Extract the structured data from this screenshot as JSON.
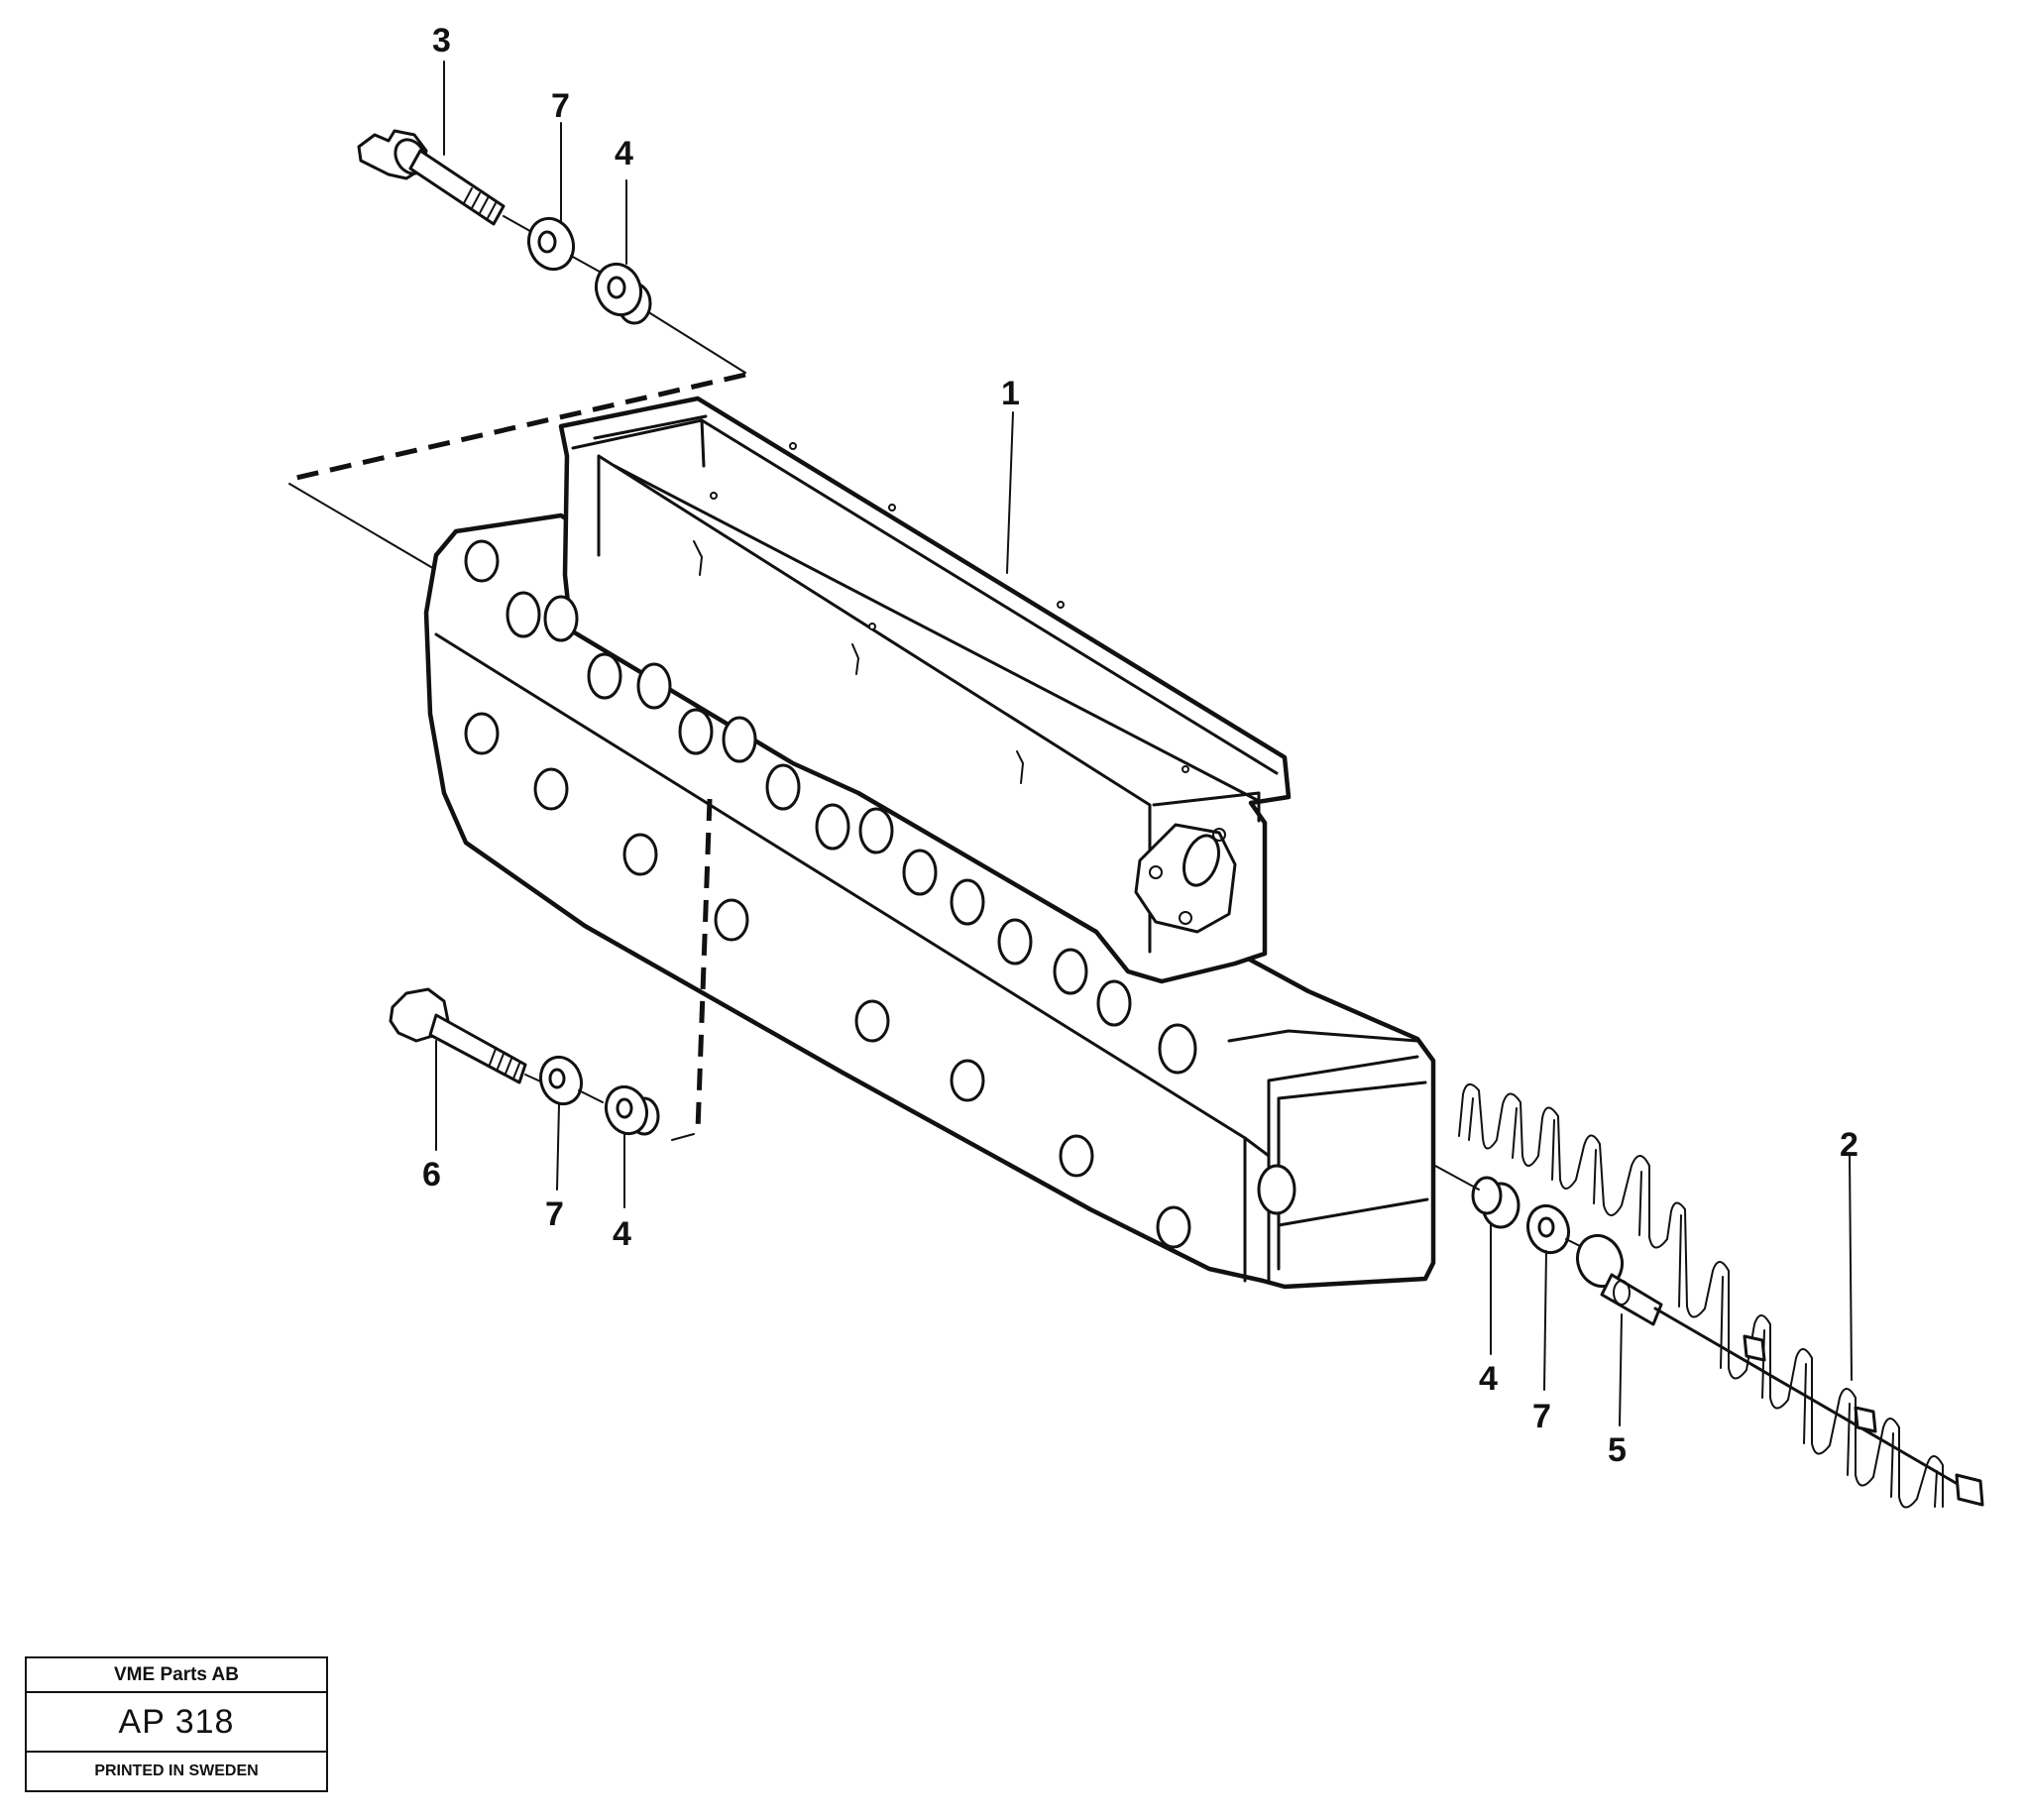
{
  "callouts": [
    {
      "id": "c-3-top",
      "label": "3"
    },
    {
      "id": "c-7-top",
      "label": "7"
    },
    {
      "id": "c-4-top",
      "label": "4"
    },
    {
      "id": "c-1",
      "label": "1"
    },
    {
      "id": "c-6",
      "label": "6"
    },
    {
      "id": "c-7-mid",
      "label": "7"
    },
    {
      "id": "c-4-mid",
      "label": "4"
    },
    {
      "id": "c-2",
      "label": "2"
    },
    {
      "id": "c-4-right",
      "label": "4"
    },
    {
      "id": "c-7-right",
      "label": "7"
    },
    {
      "id": "c-5",
      "label": "5"
    }
  ],
  "title_block": {
    "company": "VME Parts AB",
    "code": "AP  318",
    "printed": "PRINTED IN SWEDEN"
  }
}
